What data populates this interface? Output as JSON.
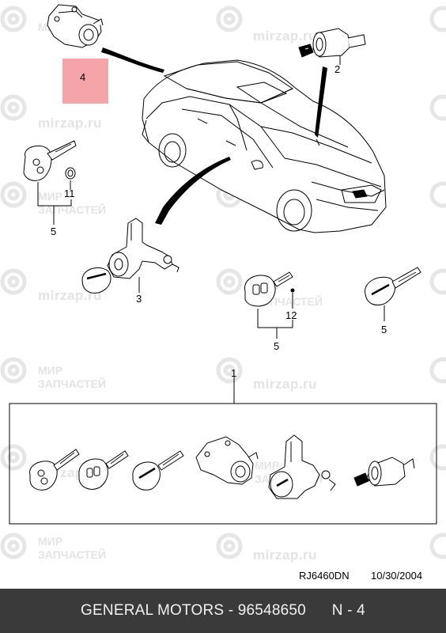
{
  "watermark": {
    "site": "mirzap.ru",
    "name_line1": "МИР",
    "name_line2": "ЗАПЧАСТЕЙ"
  },
  "callouts": {
    "n1": "1",
    "n2": "2",
    "n3": "3",
    "n4": "4",
    "n5a": "5",
    "n5b": "5",
    "n5c": "5",
    "n11": "11",
    "n12": "12"
  },
  "stamp": {
    "code": "RJ6460DN",
    "date": "10/30/2004"
  },
  "footer": {
    "text": "GENERAL MOTORS - 96548650      N - 4"
  },
  "colors": {
    "highlight": "#f49aa0",
    "footer_bg": "#3a3a3a",
    "watermark": "#e4e4e4"
  }
}
